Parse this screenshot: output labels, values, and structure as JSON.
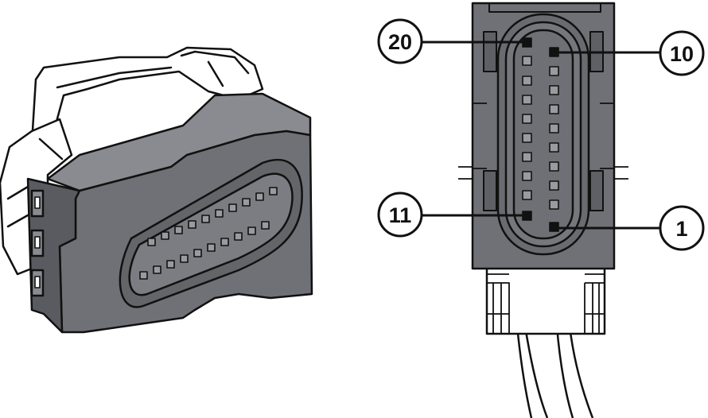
{
  "colors": {
    "housing": "#707176",
    "housing_dark": "#5a5b60",
    "housing_light": "#8a8b90",
    "latch": "#ffffff",
    "outline": "#111111",
    "background": "#ffffff"
  },
  "connector_pins": {
    "rows": 2,
    "pins_per_row": 10
  },
  "callouts": {
    "pin_20": "20",
    "pin_10": "10",
    "pin_11": "11",
    "pin_1": "1"
  },
  "icons": {
    "left_view": "connector-perspective-icon",
    "right_view": "connector-face-icon"
  }
}
